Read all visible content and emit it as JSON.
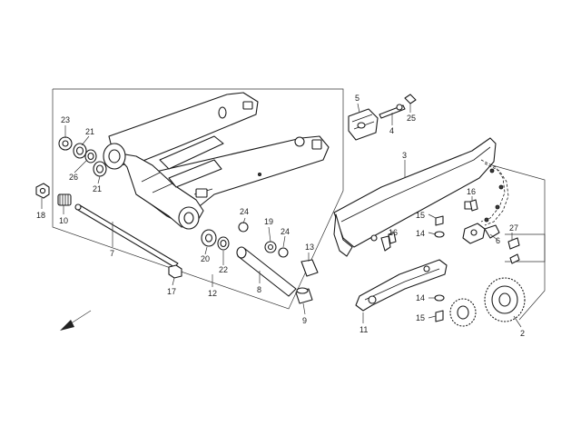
{
  "labels": {
    "p2": "2",
    "p3": "3",
    "p4": "4",
    "p5": "5",
    "p6": "6",
    "p7": "7",
    "p8": "8",
    "p9": "9",
    "p10": "10",
    "p11": "11",
    "p12": "12",
    "p13": "13",
    "p14a": "14",
    "p14b": "14",
    "p15a": "15",
    "p15b": "15",
    "p16a": "16",
    "p16b": "16",
    "p17": "17",
    "p18": "18",
    "p19": "19",
    "p20": "20",
    "p21a": "21",
    "p21b": "21",
    "p22": "22",
    "p23": "23",
    "p24a": "24",
    "p24b": "24",
    "p25": "25",
    "p26": "26",
    "p27": "27"
  }
}
